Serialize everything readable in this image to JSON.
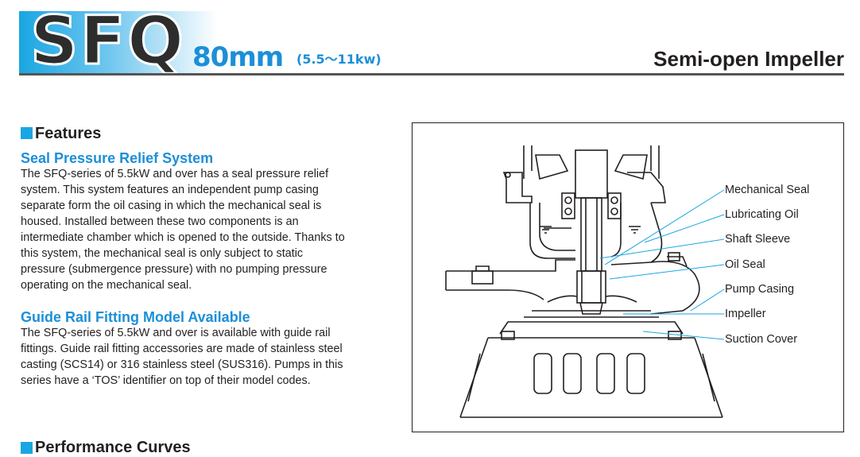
{
  "header": {
    "logo": "SFQ",
    "size": "80mm",
    "power": "(5.5～11kw)",
    "impeller_type": "Semi-open Impeller",
    "brand_color": "#1aa6e2"
  },
  "features": {
    "title": "Features",
    "sections": [
      {
        "heading": "Seal Pressure Relief System",
        "lines": [
          "The SFQ-series of 5.5kW and over has a seal pressure relief",
          "system. This system features an independent pump casing",
          "separate form the oil casing in which the mechanical seal is",
          "housed. Installed between these two components is an",
          "intermediate chamber which is opened to the outside. Thanks to",
          "this system, the mechanical seal is only subject to static",
          "pressure (submergence pressure) with no pumping pressure",
          "operating on the mechanical seal."
        ]
      },
      {
        "heading": "Guide Rail Fitting Model Available",
        "lines": [
          "The SFQ-series of 5.5kW and over is available with guide rail",
          "fittings. Guide rail fitting accessories are made of stainless steel",
          "casting (SCS14) or 316 stainless steel (SUS316). Pumps in this",
          "series have a ‘TOS’ identifier on top of their model codes."
        ]
      }
    ]
  },
  "figure": {
    "labels": [
      "Mechanical Seal",
      "Lubricating Oil",
      "Shaft Sleeve",
      "Oil Seal",
      "Pump Casing",
      "Impeller",
      "Suction Cover"
    ],
    "leader_color": "#1aa6e2"
  },
  "next_section": {
    "title": "Performance Curves"
  }
}
